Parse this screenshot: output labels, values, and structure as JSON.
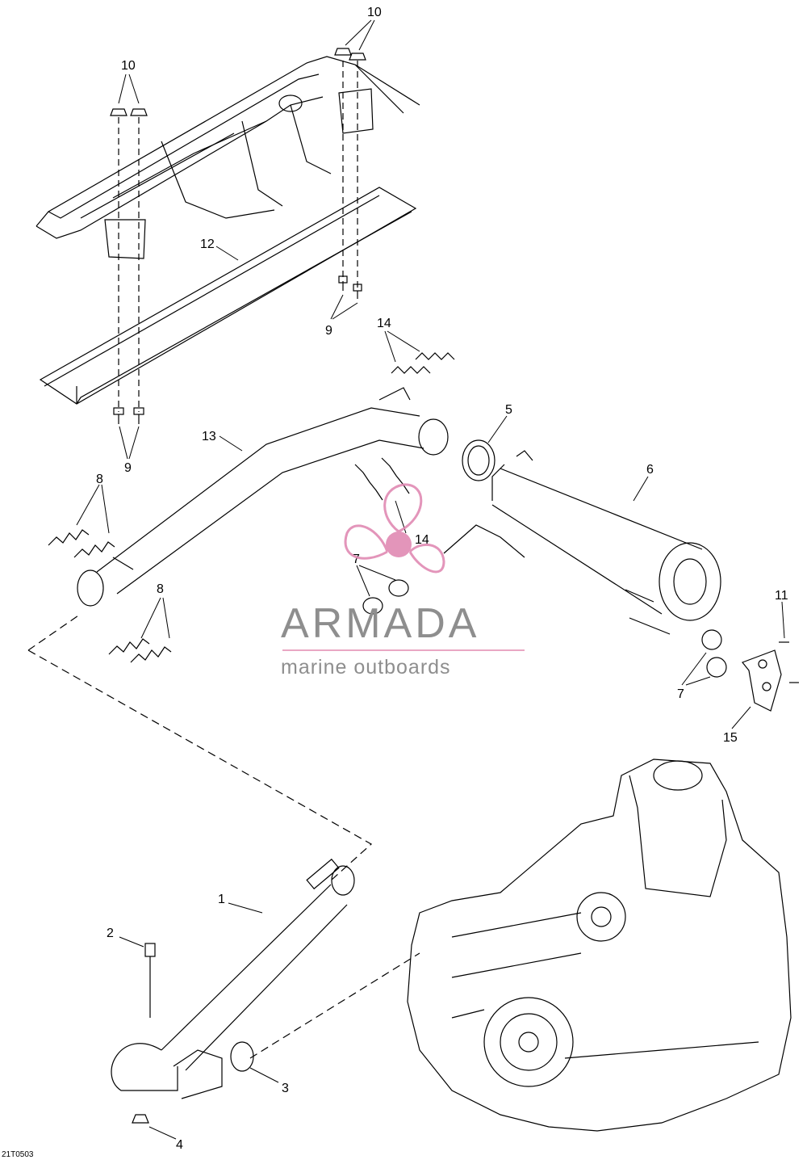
{
  "figure_code": "21T0503",
  "callouts": {
    "c1": "1",
    "c2": "2",
    "c3": "3",
    "c4": "4",
    "c5": "5",
    "c6": "6",
    "c7a": "7",
    "c7b": "7",
    "c8a": "8",
    "c8b": "8",
    "c9a": "9",
    "c9b": "9",
    "c10a": "10",
    "c10b": "10",
    "c11": "11",
    "c12": "12",
    "c13": "13",
    "c14a": "14",
    "c14b": "14",
    "c15": "15"
  },
  "watermark": {
    "title": "ARMADA",
    "subtitle": "marine outboards",
    "logo_color": "#e08ab3",
    "text_color": "#8e8e8e"
  }
}
